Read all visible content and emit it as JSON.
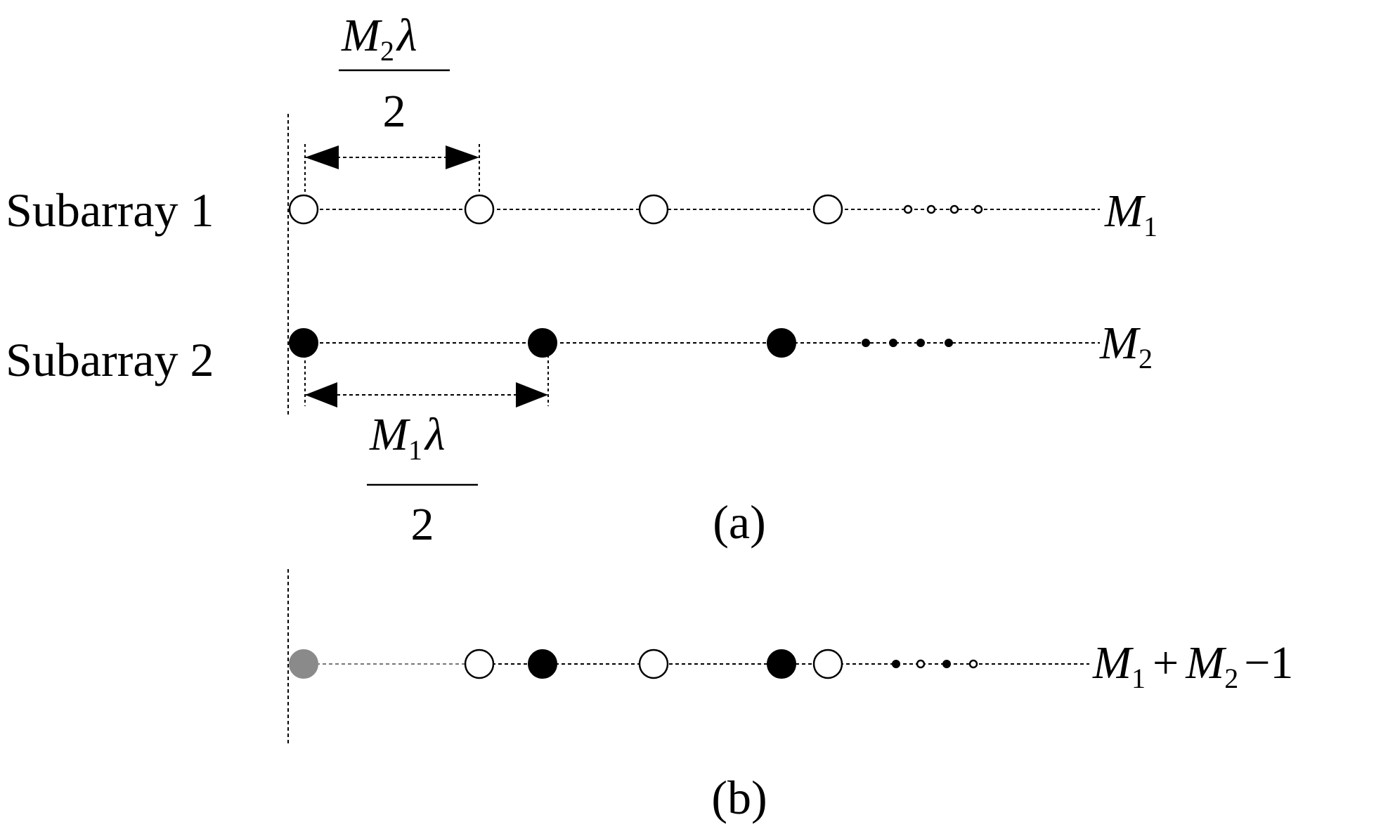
{
  "labels": {
    "subarray1": "Subarray 1",
    "subarray2": "Subarray 2",
    "panel_a": "(a)",
    "panel_b": "(b)"
  },
  "spacing_top": {
    "numerator_var": "M",
    "numerator_sub": "2",
    "numerator_lambda": "λ",
    "denominator": "2"
  },
  "spacing_bottom": {
    "numerator_var": "M",
    "numerator_sub": "1",
    "numerator_lambda": "λ",
    "denominator": "2"
  },
  "row_labels": {
    "row1": {
      "var": "M",
      "sub": "1"
    },
    "row2": {
      "var": "M",
      "sub": "2"
    },
    "row3": {
      "var1": "M",
      "sub1": "1",
      "plus": "+",
      "var2": "M",
      "sub2": "2",
      "minus": "−1"
    }
  },
  "colors": {
    "sensor_shared": "#8a8a8a",
    "line": "#000000"
  }
}
